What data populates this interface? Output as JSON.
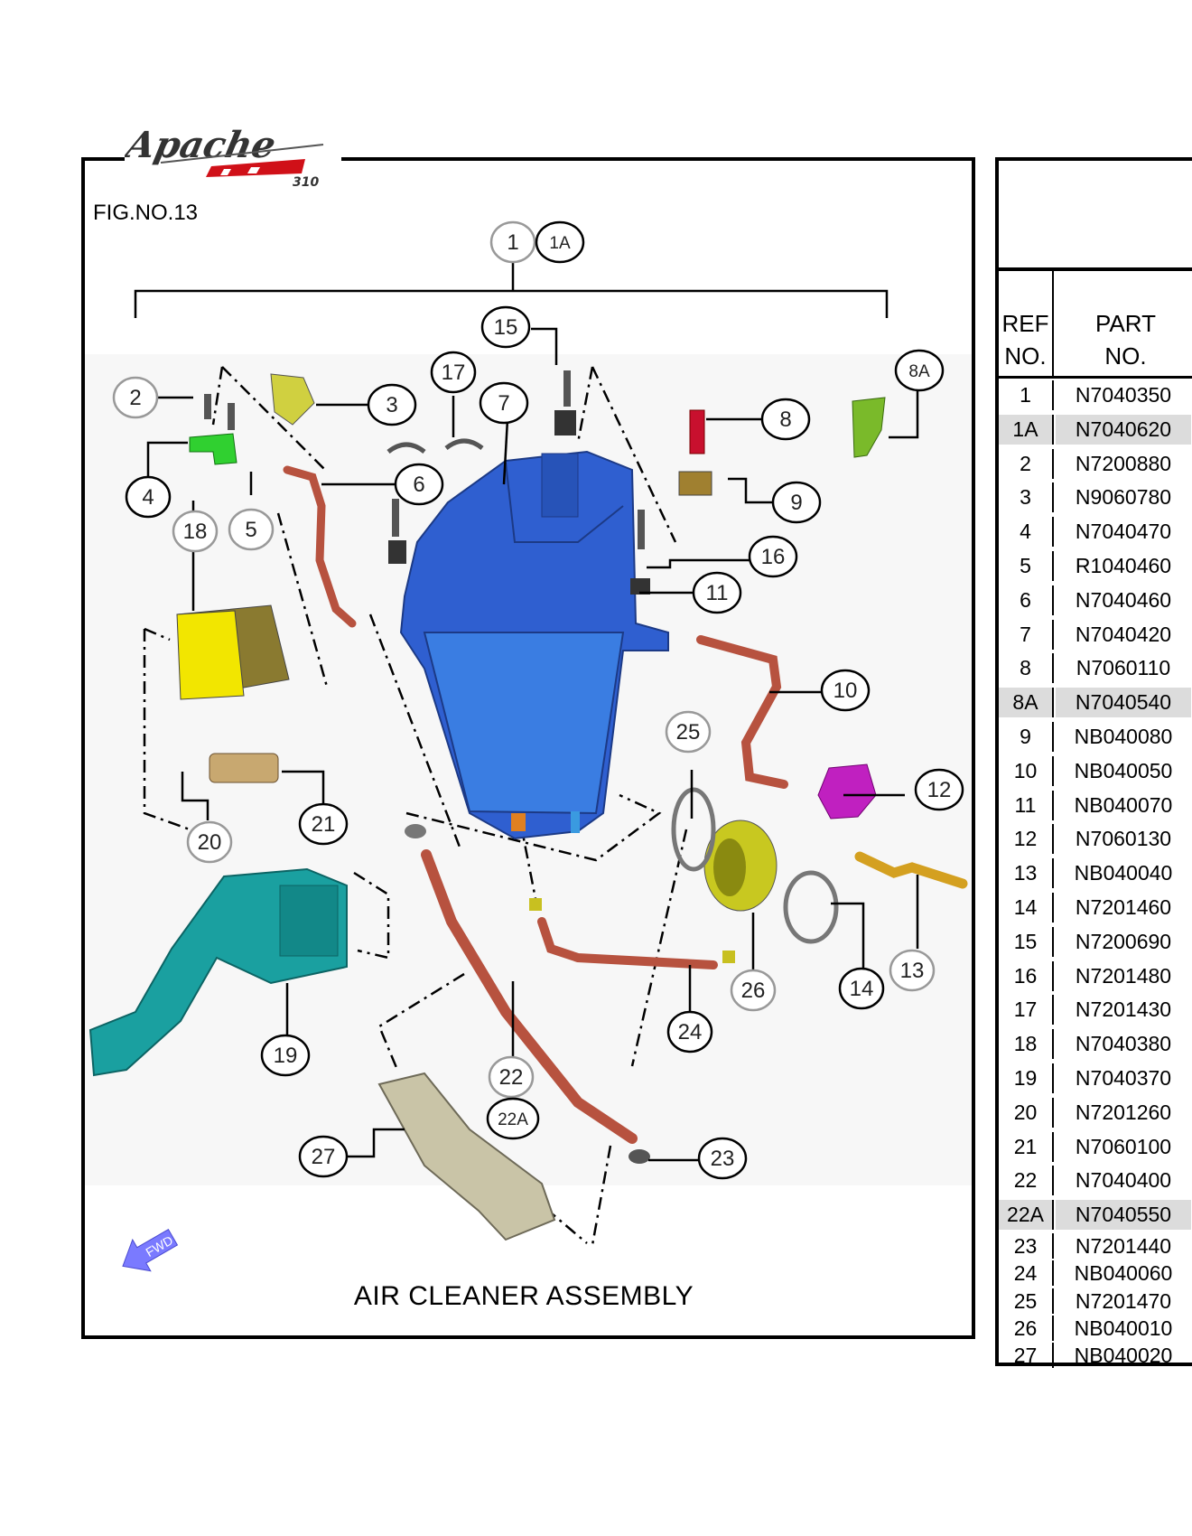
{
  "header": {
    "logo_text": "Apache RR 310",
    "figure_number": "FIG.NO.13"
  },
  "diagram": {
    "title": "AIR CLEANER ASSEMBLY",
    "fwd_label": "FWD",
    "callouts": [
      "1",
      "1A",
      "2",
      "3",
      "4",
      "5",
      "6",
      "7",
      "8",
      "8A",
      "9",
      "10",
      "11",
      "12",
      "13",
      "14",
      "15",
      "16",
      "17",
      "18",
      "19",
      "20",
      "21",
      "22",
      "22A",
      "23",
      "24",
      "25",
      "26",
      "27"
    ],
    "colors": {
      "air_box": "#2f5fd0",
      "resonator": "#1aa0a0",
      "filter": "#f2e600",
      "hose": "#b7523f",
      "valve": "#c020c0",
      "sensor": "#c8102e",
      "bracket": "#7aba2a",
      "duct": "#c9c4a7",
      "fwd_arrow": "#7a7aff"
    }
  },
  "parts_table": {
    "ref_header_line1": "REF",
    "ref_header_line2": "NO.",
    "part_header_line1": "PART",
    "part_header_line2": "NO.",
    "rows": [
      {
        "ref": "1",
        "part": "N7040350",
        "highlight": false
      },
      {
        "ref": "1A",
        "part": "N7040620",
        "highlight": true
      },
      {
        "ref": "2",
        "part": "N7200880",
        "highlight": false
      },
      {
        "ref": "3",
        "part": "N9060780",
        "highlight": false
      },
      {
        "ref": "4",
        "part": "N7040470",
        "highlight": false
      },
      {
        "ref": "5",
        "part": "R1040460",
        "highlight": false
      },
      {
        "ref": "6",
        "part": "N7040460",
        "highlight": false
      },
      {
        "ref": "7",
        "part": "N7040420",
        "highlight": false
      },
      {
        "ref": "8",
        "part": "N7060110",
        "highlight": false
      },
      {
        "ref": "8A",
        "part": "N7040540",
        "highlight": true
      },
      {
        "ref": "9",
        "part": "NB040080",
        "highlight": false
      },
      {
        "ref": "10",
        "part": "NB040050",
        "highlight": false
      },
      {
        "ref": "11",
        "part": "NB040070",
        "highlight": false
      },
      {
        "ref": "12",
        "part": "N7060130",
        "highlight": false
      },
      {
        "ref": "13",
        "part": "NB040040",
        "highlight": false
      },
      {
        "ref": "14",
        "part": "N7201460",
        "highlight": false
      },
      {
        "ref": "15",
        "part": "N7200690",
        "highlight": false
      },
      {
        "ref": "16",
        "part": "N7201480",
        "highlight": false
      },
      {
        "ref": "17",
        "part": "N7201430",
        "highlight": false
      },
      {
        "ref": "18",
        "part": "N7040380",
        "highlight": false
      },
      {
        "ref": "19",
        "part": "N7040370",
        "highlight": false
      },
      {
        "ref": "20",
        "part": "N7201260",
        "highlight": false
      },
      {
        "ref": "21",
        "part": "N7060100",
        "highlight": false
      },
      {
        "ref": "22",
        "part": "N7040400",
        "highlight": false
      },
      {
        "ref": "22A",
        "part": "N7040550",
        "highlight": true
      },
      {
        "ref": "23",
        "part": "N7201440",
        "highlight": false
      },
      {
        "ref": "24",
        "part": "NB040060",
        "highlight": false
      },
      {
        "ref": "25",
        "part": "N7201470",
        "highlight": false
      },
      {
        "ref": "26",
        "part": "NB040010",
        "highlight": false
      },
      {
        "ref": "27",
        "part": "NB040020",
        "highlight": false
      }
    ]
  }
}
